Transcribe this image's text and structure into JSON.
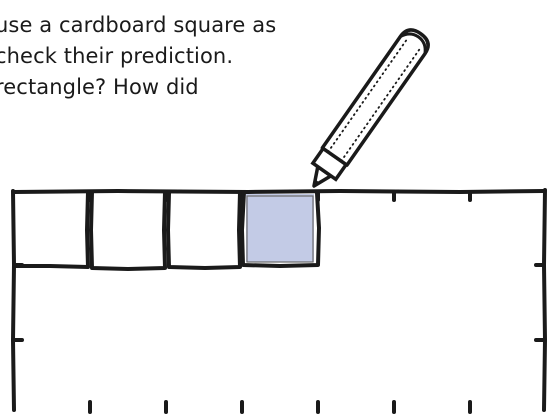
{
  "instruction_text": {
    "line_0": "use a cardboard square as",
    "line_1": "check their prediction.",
    "line_2": "rectangle? How did"
  },
  "colors": {
    "ink": "#1a1a1a",
    "square_fill": "#c3cbe6",
    "pencil_body": "#ffffff"
  },
  "diagram": {
    "filled_squares": 4,
    "shaded_square_index": 4,
    "icons": [
      "pencil-icon"
    ]
  }
}
